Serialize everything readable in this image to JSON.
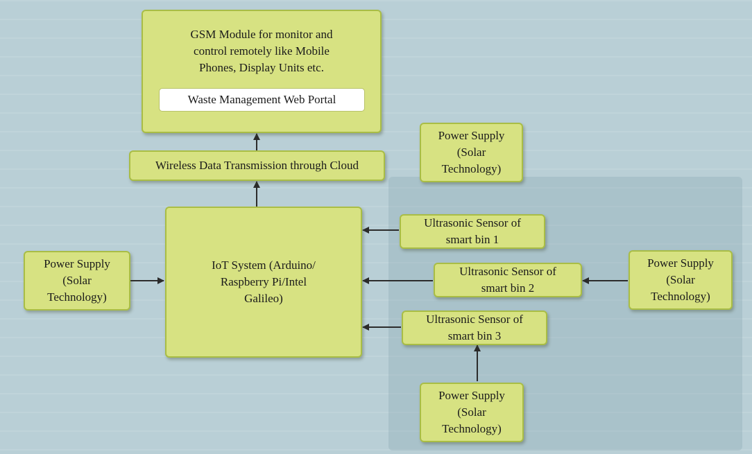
{
  "diagram": {
    "title": "Smart waste management IoT architecture",
    "nodes": {
      "gsm_module": "GSM Module for monitor and\ncontrol remotely like Mobile\nPhones, Display Units etc.",
      "web_portal": "Waste Management Web Portal",
      "wireless": "Wireless Data Transmission through Cloud",
      "iot_system": "IoT System (Arduino/\nRaspberry Pi/Intel\nGalileo)",
      "power_left": "Power Supply\n(Solar\nTechnology)",
      "power_top": "Power Supply\n(Solar\nTechnology)",
      "power_right": "Power Supply\n(Solar\nTechnology)",
      "power_bottom": "Power Supply\n(Solar\nTechnology)",
      "sensor_1": "Ultrasonic Sensor of\nsmart bin 1",
      "sensor_2": "Ultrasonic Sensor of\nsmart bin 2",
      "sensor_3": "Ultrasonic Sensor of\nsmart bin 3"
    },
    "edges": [
      {
        "from": "wireless",
        "to": "gsm_module"
      },
      {
        "from": "iot_system",
        "to": "wireless"
      },
      {
        "from": "power_left",
        "to": "iot_system"
      },
      {
        "from": "sensor_1",
        "to": "iot_system"
      },
      {
        "from": "sensor_2",
        "to": "iot_system"
      },
      {
        "from": "sensor_3",
        "to": "iot_system"
      },
      {
        "from": "power_right",
        "to": "sensor_2"
      },
      {
        "from": "power_bottom",
        "to": "sensor_3"
      }
    ],
    "colors": {
      "box_fill": "#d7e282",
      "box_border": "#a9bd45",
      "arrow": "#2b2b2b",
      "background": "#b9cfd6"
    }
  }
}
